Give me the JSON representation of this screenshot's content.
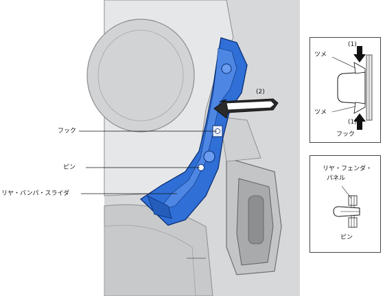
{
  "main": {
    "step_label": "(2)",
    "callouts": {
      "hook": "フック",
      "pin": "ピン",
      "slider": "リヤ・バンパ・スライダ"
    }
  },
  "inset_hook": {
    "top_num": "(1)",
    "bottom_num": "(1)",
    "tab_top": "ツメ",
    "tab_bottom": "ツメ",
    "caption": "フック"
  },
  "inset_pin": {
    "panel_label_line1": "リヤ・フェンダ・",
    "panel_label_line2": "パネル",
    "caption": "ピン"
  },
  "colors": {
    "bracket_blue": "#2f6fd6",
    "body_gray": "#d9dadc"
  }
}
